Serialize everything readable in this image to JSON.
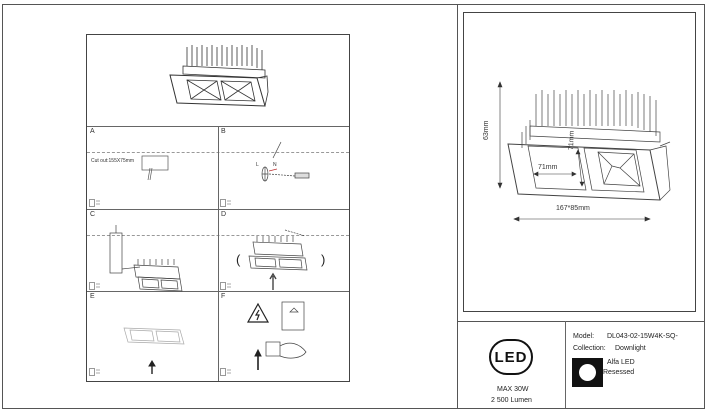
{
  "left_sheet": {
    "cells": [
      {
        "label": "A"
      },
      {
        "label": "B"
      },
      {
        "label": "C"
      },
      {
        "label": "D"
      },
      {
        "label": "E"
      },
      {
        "label": "F"
      }
    ],
    "cutout_text": "Cut out:155X75mm",
    "wire_L": "L",
    "wire_N": "N",
    "bracket_left": "(",
    "bracket_right": ")"
  },
  "drawing": {
    "height_dim": "63mm",
    "width_dim": "167*85mm",
    "square_w": "71mm",
    "square_h": "71mm"
  },
  "info": {
    "logo_text": "LED",
    "max_power": "MAX 30W",
    "lumen": "2 500 Lumen",
    "model_label": "Model:",
    "model_value": "DL043-02-15W4K-SQ-",
    "collection_label": "Collection:",
    "collection_value": "Downlight",
    "brand": "Alfa LED",
    "type": "Resessed"
  }
}
